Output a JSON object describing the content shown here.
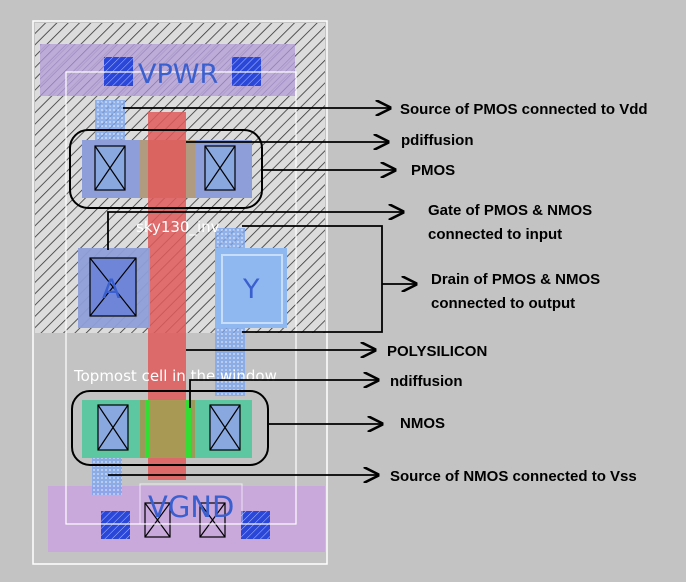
{
  "layout": {
    "power_label": "VPWR",
    "ground_label": "VGND",
    "cell_name": "sky130_inv",
    "input_pin": "A",
    "output_pin": "Y",
    "window_note": "Topmost cell in the window"
  },
  "annotations": [
    {
      "id": "src-pmos",
      "text": "Source of PMOS connected to Vdd"
    },
    {
      "id": "pdiff",
      "text": "pdiffusion"
    },
    {
      "id": "pmos",
      "text": "PMOS"
    },
    {
      "id": "gate-1",
      "text": "Gate of PMOS & NMOS"
    },
    {
      "id": "gate-2",
      "text": "connected to input"
    },
    {
      "id": "drain-1",
      "text": "Drain of PMOS & NMOS"
    },
    {
      "id": "drain-2",
      "text": "connected to output"
    },
    {
      "id": "poly",
      "text": "POLYSILICON"
    },
    {
      "id": "ndiff",
      "text": "ndiffusion"
    },
    {
      "id": "nmos",
      "text": "NMOS"
    },
    {
      "id": "src-nmos",
      "text": "Source of NMOS connected to Vss"
    }
  ],
  "colors": {
    "background": "#c3c3c3",
    "poly": "#e05a5a",
    "metal1": "#8fb8f0",
    "pdiff": "#b79a8a",
    "ndiff": "#5cc7a0",
    "contact": "#1f3fd0"
  }
}
